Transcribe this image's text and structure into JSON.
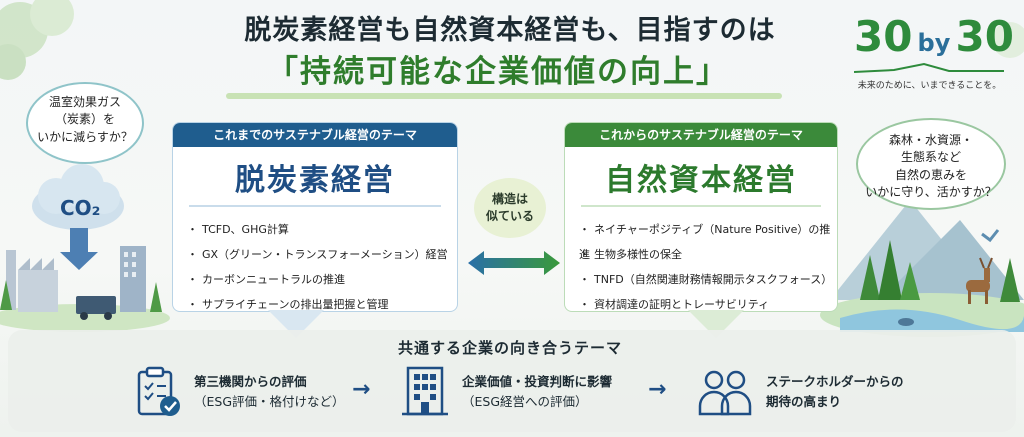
{
  "title": {
    "line1": "脱炭素経営も自然資本経営も、目指すのは",
    "line2": "「持続可能な企業価値の向上」"
  },
  "logo": {
    "num_left": "30",
    "by": "by",
    "num_right": "30",
    "tagline": "未来のために、いまできることを。"
  },
  "bubble_left": {
    "line1": "温室効果ガス",
    "line2": "（炭素）を",
    "line3": "いかに減らすか？"
  },
  "bubble_right": {
    "line1": "森林・水資源・",
    "line2": "生態系など",
    "line3": "自然の恵みを",
    "line4": "いかに守り、活かすか？"
  },
  "co2_label": "CO₂",
  "left_box": {
    "header": "これまでのサステナブル経営のテーマ",
    "main": "脱炭素経営",
    "items": [
      "TCFD、GHG計算",
      "GX（グリーン・トランスフォーメーション）経営",
      "カーボンニュートラルの推進",
      "サプライチェーンの排出量把握と管理"
    ]
  },
  "right_box": {
    "header": "これからのサステナブル経営のテーマ",
    "main": "自然資本経営",
    "items": [
      "ネイチャーポジティブ（Nature Positive）の推進",
      "生物多様性の保全",
      "TNFD（自然関連財務情報開示タスクフォース）",
      "資材調達の証明とトレーサビリティ"
    ]
  },
  "connector": {
    "line1": "構造は",
    "line2": "似ている"
  },
  "bottom": {
    "title": "共通する企業の向き合うテーマ",
    "items": [
      {
        "icon": "checklist-icon",
        "line1": "第三機関からの評価",
        "line2": "（ESG評価・格付けなど）"
      },
      {
        "icon": "building-icon",
        "line1": "企業価値・投資判断に影響",
        "line2": "（ESG経営への評価）"
      },
      {
        "icon": "people-icon",
        "line1": "ステークホルダーからの",
        "line2": "期待の高まり"
      }
    ]
  },
  "colors": {
    "carbon_blue": "#1f5d8e",
    "nature_green": "#3b8a3a",
    "title_green": "#2f7d2c"
  }
}
